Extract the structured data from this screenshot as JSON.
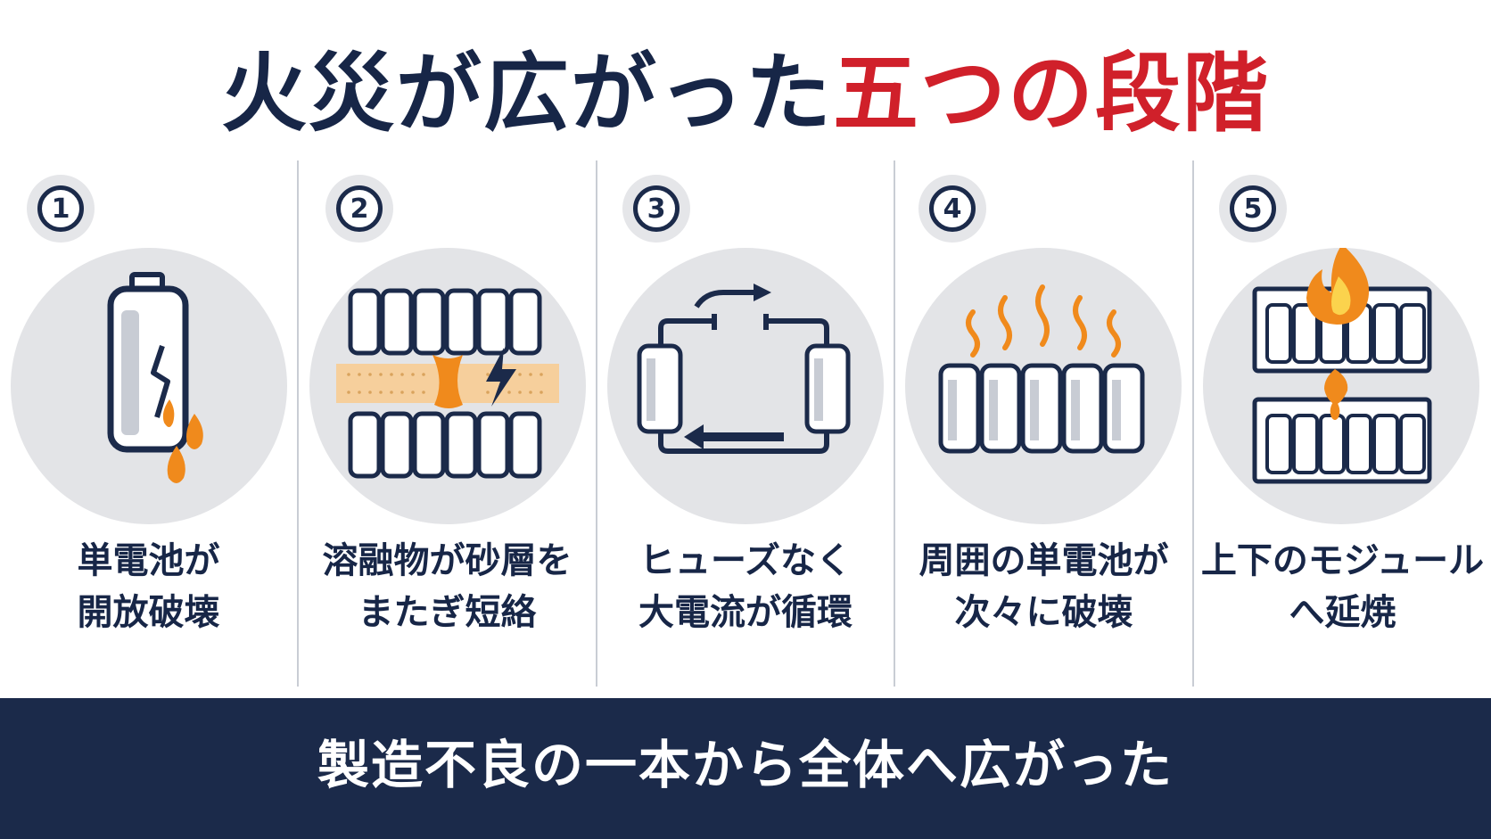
{
  "title": {
    "part1": "火災が広がった",
    "part2": "五つの段階"
  },
  "stages": [
    {
      "number": "1",
      "line1": "単電池が",
      "line2": "開放破壊"
    },
    {
      "number": "2",
      "line1": "溶融物が砂層を",
      "line2": "またぎ短絡"
    },
    {
      "number": "3",
      "line1": "ヒューズなく",
      "line2": "大電流が循環"
    },
    {
      "number": "4",
      "line1": "周囲の単電池が",
      "line2": "次々に破壊"
    },
    {
      "number": "5",
      "line1": "上下のモジュール",
      "line2": "へ延焼"
    }
  ],
  "banner": "製造不良の一本から全体へ広がった",
  "colors": {
    "navy": "#1b2a4a",
    "red": "#d0202a",
    "orange": "#f08a1c",
    "gray": "#e3e4e7"
  }
}
